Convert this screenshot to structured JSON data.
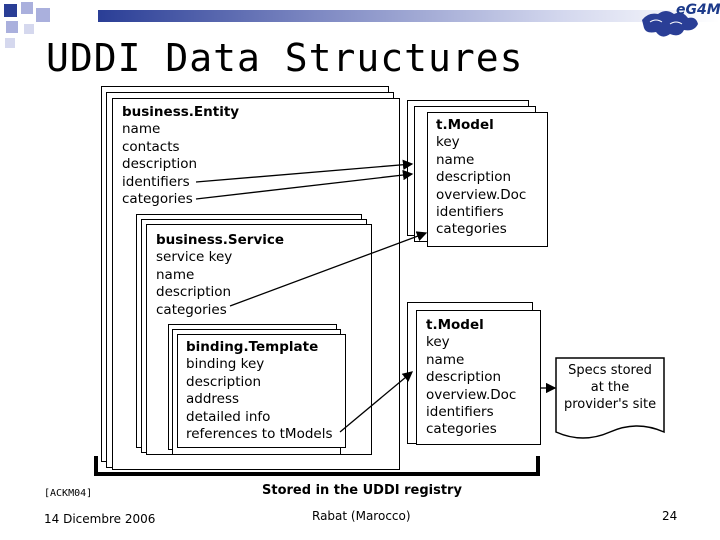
{
  "slide": {
    "title": "UDDI Data Structures",
    "logo_text": "eG4M",
    "citation": "[ACKM04]",
    "date": "14 Dicembre 2006",
    "location": "Rabat (Marocco)",
    "page_number": "24"
  },
  "diagram": {
    "business_entity": {
      "header": "business.Entity",
      "fields": [
        "name",
        "contacts",
        "description",
        "identifiers",
        "categories"
      ]
    },
    "business_service": {
      "header": "business.Service",
      "fields": [
        "service key",
        "name",
        "description",
        "categories"
      ]
    },
    "binding_template": {
      "header": "binding.Template",
      "fields": [
        "binding key",
        "description",
        "address",
        "detailed info",
        "references to tModels"
      ]
    },
    "tmodel_top": {
      "header": "t.Model",
      "fields": [
        "key",
        "name",
        "description",
        "overview.Doc",
        "identifiers",
        "categories"
      ]
    },
    "tmodel_bottom": {
      "header": "t.Model",
      "fields": [
        "key",
        "name",
        "description",
        "overview.Doc",
        "identifiers",
        "categories"
      ]
    },
    "specs_note": "Specs stored at the provider's site",
    "registry_caption": "Stored in the UDDI registry"
  },
  "colors": {
    "accent_dark": "#2a3e96",
    "accent_light": "#aab0dd"
  }
}
